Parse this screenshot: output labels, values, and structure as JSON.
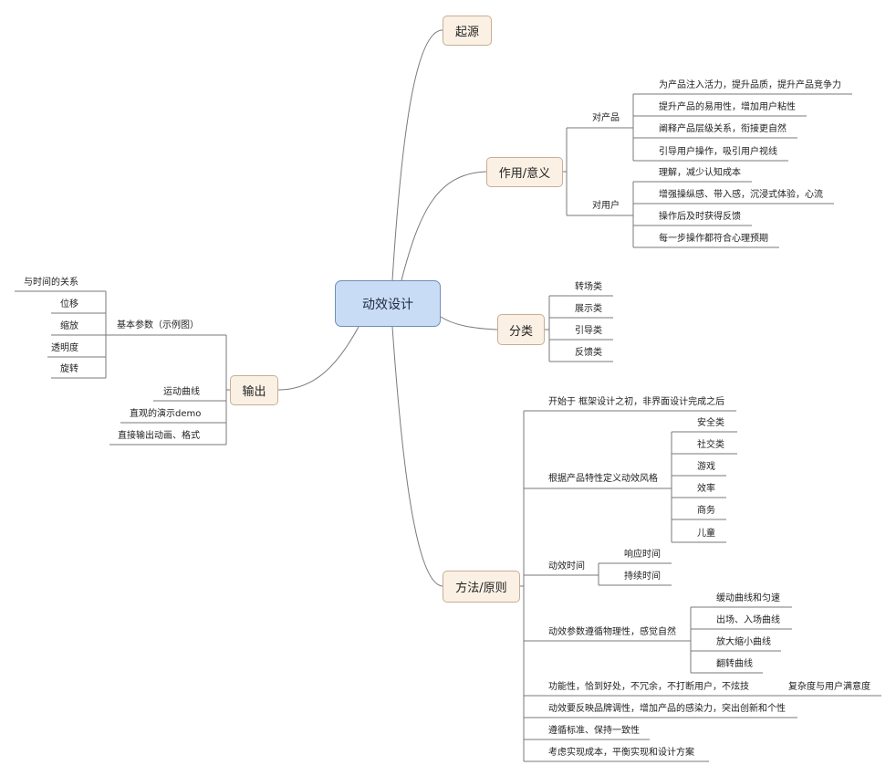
{
  "central": "动效设计",
  "branches": {
    "origin": "起源",
    "purpose": {
      "title": "作用/意义",
      "for_product": {
        "label": "对产品",
        "items": [
          "为产品注入活力，提升品质，提升产品竞争力",
          "提升产品的易用性，增加用户粘性",
          "阐释产品层级关系，衔接更自然",
          "引导用户操作，吸引用户视线"
        ]
      },
      "for_user": {
        "label": "对用户",
        "items": [
          "理解，减少认知成本",
          "增强操纵感、带入感，沉浸式体验，心流",
          "操作后及时获得反馈",
          "每一步操作都符合心理预期"
        ]
      }
    },
    "category": {
      "title": "分类",
      "items": [
        "转场类",
        "展示类",
        "引导类",
        "反馈类"
      ]
    },
    "output": {
      "title": "输出",
      "basic_params": {
        "label": "基本参数（示例图）",
        "items": [
          "与时间的关系",
          "位移",
          "缩放",
          "透明度",
          "旋转"
        ]
      },
      "others": [
        "运动曲线",
        "直观的演示demo",
        "直接输出动画、格式"
      ]
    },
    "method": {
      "title": "方法/原则",
      "start": "开始于 框架设计之初，非界面设计完成之后",
      "style": {
        "label": "根据产品特性定义动效风格",
        "items": [
          "安全类",
          "社交类",
          "游戏",
          "效率",
          "商务",
          "儿童"
        ]
      },
      "time": {
        "label": "动效时间",
        "items": [
          "响应时间",
          "持续时间"
        ]
      },
      "physics": {
        "label": "动效参数遵循物理性，感觉自然",
        "items": [
          "缓动曲线和匀速",
          "出场、入场曲线",
          "放大缩小曲线",
          "翻转曲线"
        ]
      },
      "function": {
        "label": "功能性，恰到好处，不冗余，不打断用户，不炫技",
        "item": "复杂度与用户满意度"
      },
      "others": [
        "动效要反映品牌调性，增加产品的感染力，突出创新和个性",
        "遵循标准、保持一致性",
        "考虑实现成本，平衡实现和设计方案"
      ]
    }
  }
}
